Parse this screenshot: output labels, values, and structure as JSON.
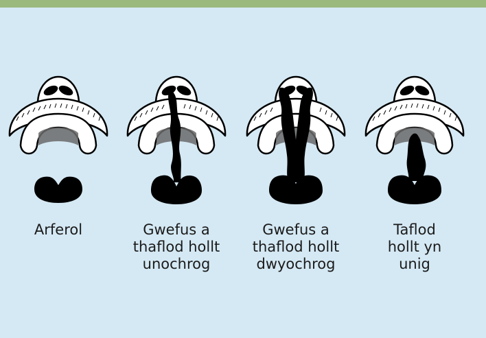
{
  "header": {
    "color": "#9bb87d"
  },
  "colors": {
    "background": "#d5e9f4",
    "ink": "#000000",
    "outline_fill": "#ffffff"
  },
  "panels": [
    {
      "label": "Arferol",
      "variant": "normal"
    },
    {
      "label": "Gwefus a\nthaflod hollt\nunochrog",
      "variant": "unilateral"
    },
    {
      "label": "Gwefus a\nthaflod hollt\ndwyochrog",
      "variant": "bilateral"
    },
    {
      "label": "Taflod\nhollt yn\nunig",
      "variant": "palate-only"
    }
  ]
}
